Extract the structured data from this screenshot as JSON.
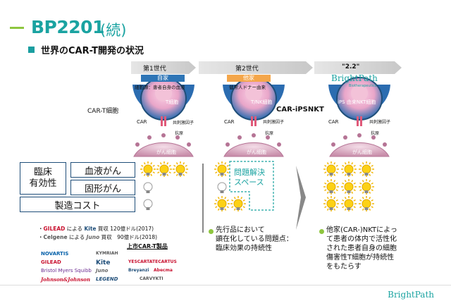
{
  "slide": {
    "title_code": "BP2201",
    "title_suffix": "(続)",
    "subtitle": "世界のCAR-T開発の状況"
  },
  "generations": {
    "gen1": "第1世代",
    "gen2": "第2世代",
    "gen3": "\"2.2\""
  },
  "gen1_diagram": {
    "tag": "自家",
    "tag_note": "細胞源：患者自身の血液",
    "cell_label": "T細胞",
    "car_t_label": "CAR-T細胞",
    "car_label": "CAR",
    "costim_label": "共刺激因子",
    "antigen_label": "抗原",
    "target_label": "がん細胞"
  },
  "gen2_diagram": {
    "tag": "他家",
    "tag_note": "健常人ドナー由来",
    "cell_label": "T/NK細胞",
    "car_label": "CAR",
    "costim_label": "共刺激因子",
    "antigen_label": "抗原",
    "target_label": "がん細胞"
  },
  "gen3_diagram": {
    "logo": "BrightPath",
    "logo_sub": "Biotherapeutics",
    "car_label_main": "CAR-iPSNKT",
    "cell_label": "iPS 由来NKT細胞",
    "car_label": "CAR",
    "costim_label": "共刺激因子",
    "antigen_label": "抗原",
    "target_label": "がん細胞"
  },
  "evaluation": {
    "clinical_efficacy": "臨床\n有効性",
    "blood_cancer": "血液がん",
    "solid_cancer": "固形がん",
    "manufacturing_cost": "製造コスト",
    "problem_space": "問題解決\nスペース"
  },
  "ratings": {
    "gen1": {
      "blood": 3,
      "solid": 1,
      "cost": 1
    },
    "gen2": {
      "blood": 1,
      "solid": 0,
      "cost": 2
    },
    "gen3": {
      "blood": 3,
      "solid": 3,
      "cost": 3
    }
  },
  "notes": {
    "gen2": "先行品において\n顕在化している問題点：\n臨床効果の持続性",
    "gen3": "他家(CAR-)NKTによっ\nて患者の体内で活性化\nされた患者自身の細胞\n傷害性T細胞が持続性\nをもたらす"
  },
  "acquisitions": {
    "row1_company": "GILEAD",
    "row1_mid": "による",
    "row1_target": "Kite",
    "row1_text": "買収 120億ドル(2017)",
    "row2_company": "Celgene",
    "row2_mid": "による",
    "row2_target": "Juno",
    "row2_text": "買収　90億ドル(2018)"
  },
  "products": {
    "title": "上市CAR-T製品",
    "companies": [
      "NOVARTIS",
      "GILEAD",
      "Bristol Myers Squibb",
      "Johnson&Johnson"
    ],
    "origins": [
      "KYMRIAH",
      "Kite",
      "Juno",
      "LEGEND"
    ],
    "brands": [
      "YESCARTA",
      "TECARTUS",
      "Breyanzi",
      "Abecma",
      "CARVYKTI"
    ]
  },
  "footer": {
    "logo": "BrightPath"
  },
  "colors": {
    "teal": "#1aa3a1",
    "green": "#8ec63f",
    "blue_tag": "#2e75b6",
    "orange_tag": "#f4a64a",
    "navy_border": "#1f4e79"
  }
}
